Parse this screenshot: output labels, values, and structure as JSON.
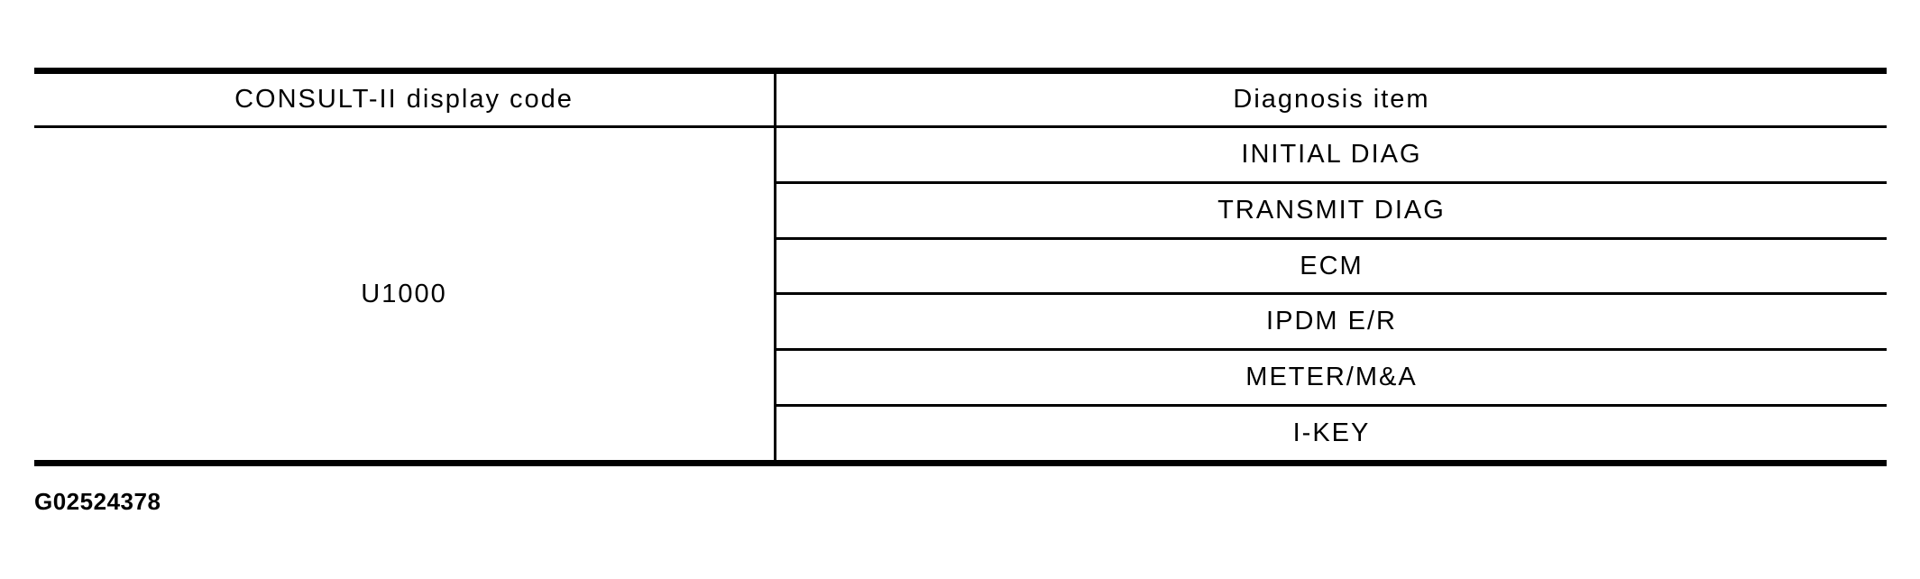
{
  "table": {
    "columns": [
      "CONSULT-II display code",
      "Diagnosis item"
    ],
    "code": "U1000",
    "diagnosis_items": [
      "INITIAL DIAG",
      "TRANSMIT DIAG",
      "ECM",
      "IPDM E/R",
      "METER/M&A",
      "I-KEY"
    ]
  },
  "figure_id": "G02524378",
  "colors": {
    "background": "#ffffff",
    "border": "#000000",
    "text": "#000000"
  }
}
